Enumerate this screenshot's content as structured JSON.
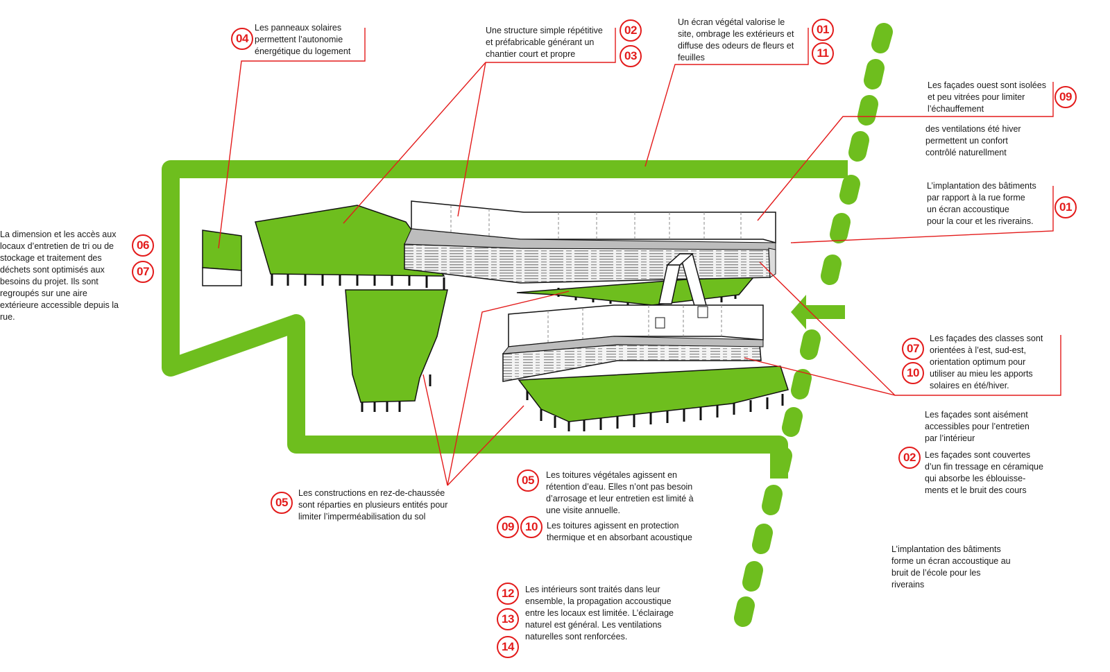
{
  "colors": {
    "vegetation": "#6ebe1e",
    "annotation": "#e31b1b",
    "ink": "#1a1a1a"
  },
  "badges": {
    "b04": "04",
    "b02": "02",
    "b03": "03",
    "b01a": "01",
    "b11": "11",
    "b09a": "09",
    "b01b": "01",
    "b06": "06",
    "b07a": "07",
    "b07b": "07",
    "b10a": "10",
    "b02b": "02",
    "b05a": "05",
    "b05b": "05",
    "b09b": "09",
    "b10b": "10",
    "b12": "12",
    "b13": "13",
    "b14": "14"
  },
  "notes": {
    "solar": "Les panneaux solaires\npermettent l’autonomie\nénergétique du logement",
    "structure": "Une structure simple répétitive\net préfabricable générant un\nchantier court et propre",
    "ecran": "Un écran végétal valorise le\nsite, ombrage les extérieurs et\ndiffuse des odeurs de fleurs et\nfeuilles",
    "ouest": "Les façades ouest sont isolées\net peu vitrées pour limiter\nl’échauffement",
    "ventilation": "des ventilations été hiver\npermettent un confort\ncontrôlé naturellment",
    "implantation_rue": "L’implantation des bâtiments\npar rapport à la rue forme\nun écran accoustique\npour la cour et les riverains.",
    "dechets": "La dimension et les accès aux\nlocaux d’entretien de tri ou de\nstockage et traitement des\ndéchets sont optimisés aux\nbesoins du projet. Ils sont\nregroupés sur une aire\nextérieure accessible depuis  la\nrue.",
    "classes": "Les façades des classes sont\norientées à l’est, sud-est,\norientation optimum pour\nutiliser au mieu les apports\nsolaires en été/hiver.",
    "entretien": "Les façades sont aisément\naccessibles pour l’entretien\npar l’intérieur",
    "ceramique": "Les façades sont couvertes\nd’un fin tressage en céramique\nqui absorbe les éblouisse-\nments et le bruit des cours",
    "rezdechaussee": "Les constructions en rez-de-chaussée\nsont réparties en plusieurs entités pour\nlimiter l’imperméabilisation du sol",
    "toitures_veg": "Les toitures végétales agissent en\nrétention d’eau.  Elles n’ont pas besoin\nd’arrosage et leur entretien est limité à\nune visite annuelle.",
    "toitures_therm": "Les toitures agissent en protection\nthermique et en absorbant acoustique",
    "ecole": "L’implantation des bâtiments\nforme un écran accoustique au\nbruit de l’école pour les\nriverains",
    "interieurs": "Les intérieurs sont traités dans leur\nensemble, la propagation accoustique\nentre les locaux est limitée. L’éclairage\nnaturel est général. Les ventilations\nnaturelles sont renforcées."
  }
}
